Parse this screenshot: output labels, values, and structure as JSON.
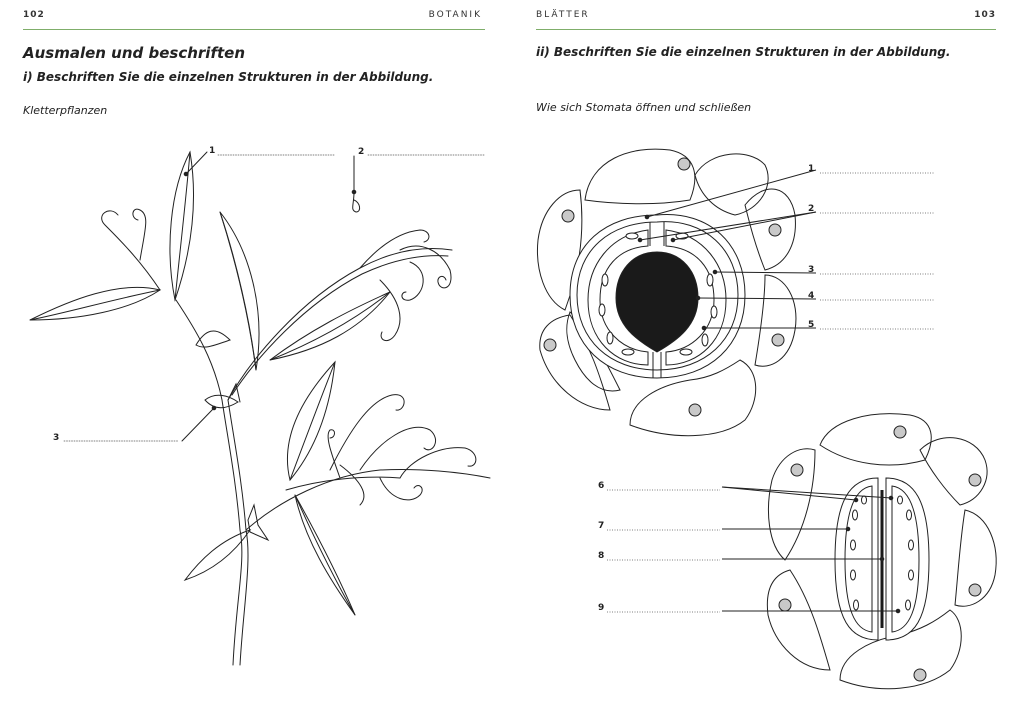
{
  "left_page": {
    "page_number": "102",
    "section": "BOTANIK",
    "title": "Ausmalen und beschriften",
    "task": "i) Beschriften Sie die einzelnen Strukturen in der Abbildung.",
    "subtitle": "Kletterpflanzen",
    "labels": [
      "1",
      "2",
      "3"
    ]
  },
  "right_page": {
    "page_number": "103",
    "section": "BLÄTTER",
    "task": "ii) Beschriften Sie die einzelnen Strukturen in der Abbildung.",
    "subtitle": "Wie sich Stomata öffnen und schließen",
    "labels": [
      "1",
      "2",
      "3",
      "4",
      "5",
      "6",
      "7",
      "8",
      "9"
    ]
  },
  "colors": {
    "rule": "#7fae6a",
    "ink": "#222222",
    "pore": "#1a1a1a",
    "nucleus": "#c9c9c9"
  }
}
